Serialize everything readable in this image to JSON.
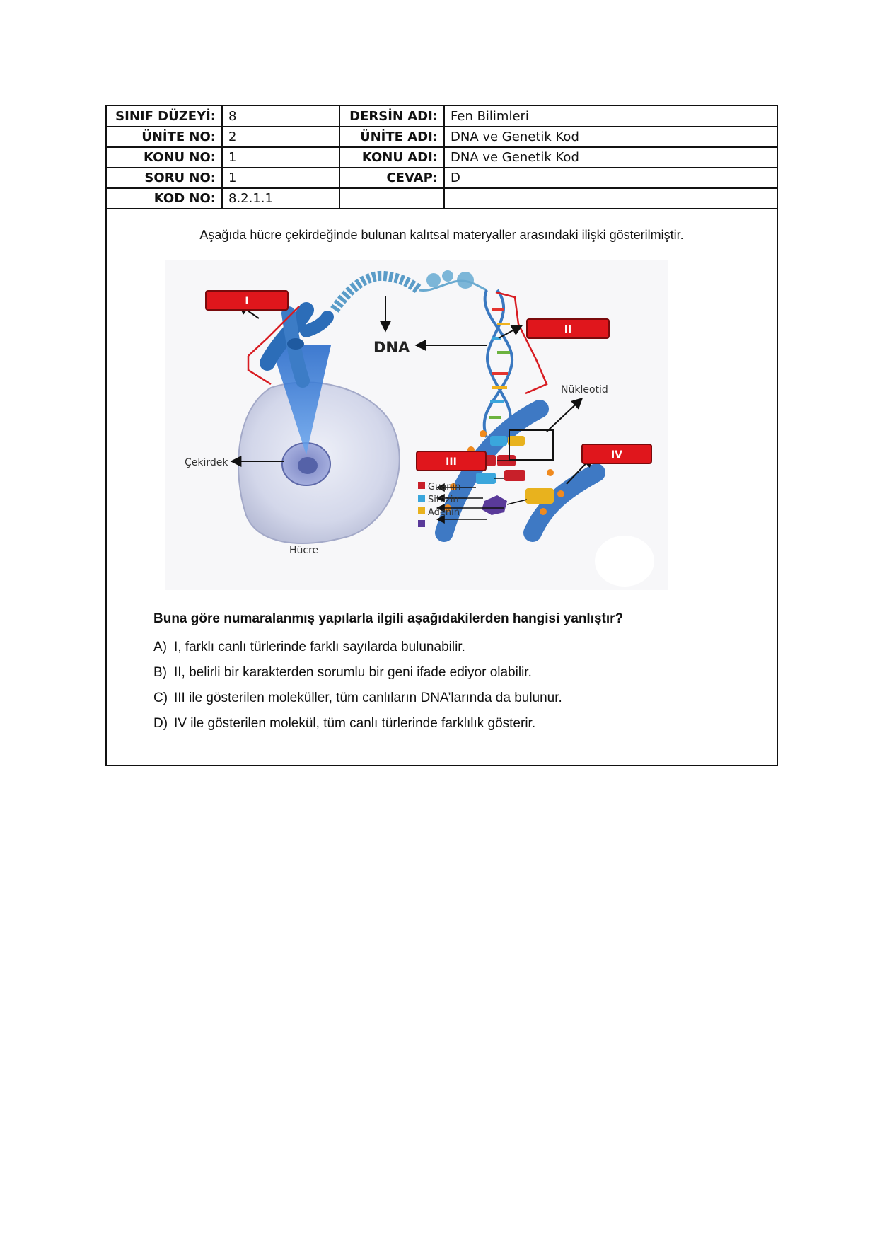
{
  "header": {
    "rows": [
      {
        "l1": "SINIF DÜZEYİ:",
        "v1": "8",
        "l2": "DERSİN ADI:",
        "v2": "Fen Bilimleri"
      },
      {
        "l1": "ÜNİTE NO:",
        "v1": "2",
        "l2": "ÜNİTE ADI:",
        "v2": "DNA ve Genetik Kod"
      },
      {
        "l1": "KONU NO:",
        "v1": "1",
        "l2": "KONU ADI:",
        "v2": "DNA ve Genetik Kod"
      },
      {
        "l1": "SORU NO:",
        "v1": "1",
        "l2": "CEVAP:",
        "v2": "D"
      },
      {
        "l1": "KOD NO:",
        "v1": "8.2.1.1",
        "l2": "",
        "v2": ""
      }
    ]
  },
  "intro": "Aşağıda hücre çekirdeğinde bulunan kalıtsal materyaller arasındaki ilişki gösterilmiştir.",
  "figure": {
    "dna": "DNA",
    "cekirdek": "Çekirdek",
    "hucre": "Hücre",
    "nukleotid": "Nükleotid",
    "marker_i": "I",
    "marker_ii": "II",
    "marker_iii": "III",
    "marker_iv": "IV",
    "bases": [
      {
        "name": "Guanin",
        "color": "#c8202a"
      },
      {
        "name": "Sitozin",
        "color": "#3aa6dc"
      },
      {
        "name": "Adenin",
        "color": "#e8b21e"
      }
    ],
    "accent_red": "#e0161c",
    "timin_color": "#5a3a9a"
  },
  "question": "Buna göre numaralanmış yapılarla ilgili aşağıdakilerden hangisi yanlıştır?",
  "options": [
    {
      "key": "A)",
      "text": "I, farklı canlı türlerinde farklı sayılarda bulunabilir."
    },
    {
      "key": "B)",
      "text": "II, belirli bir karakterden sorumlu bir geni ifade ediyor olabilir."
    },
    {
      "key": "C)",
      "text": "III ile gösterilen moleküller, tüm canlıların DNA’larında da bulunur."
    },
    {
      "key": "D)",
      "text": "IV ile gösterilen molekül, tüm canlı türlerinde farklılık gösterir."
    }
  ]
}
